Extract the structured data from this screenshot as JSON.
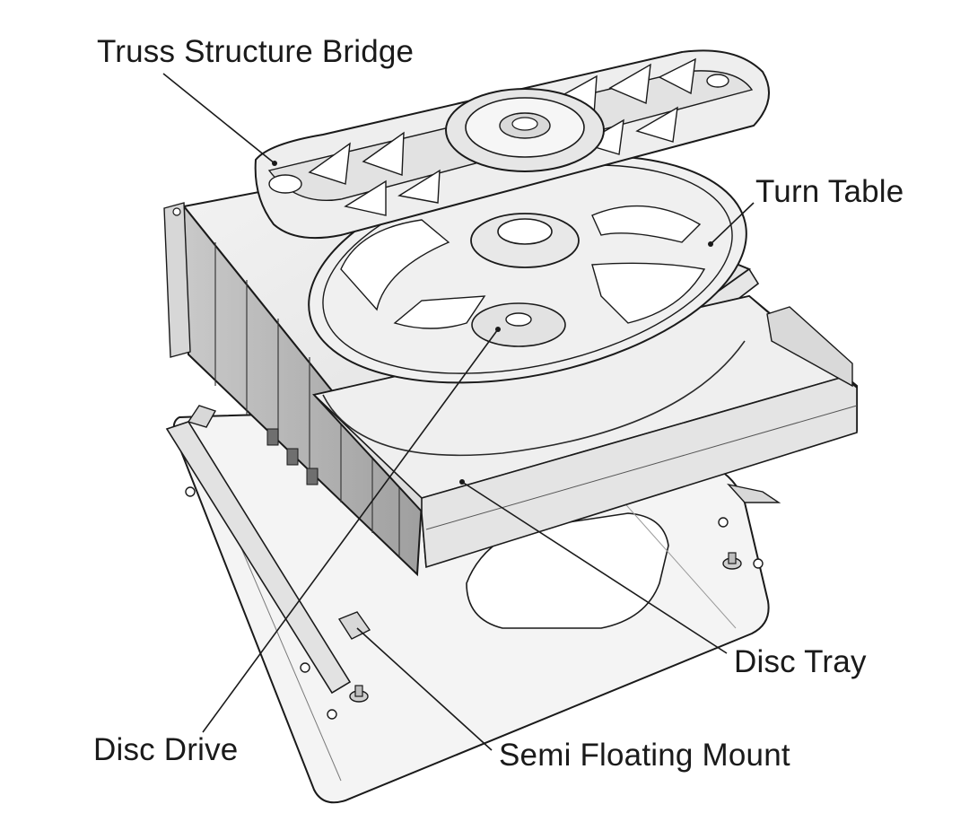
{
  "diagram": {
    "labels": {
      "truss_bridge": "Truss Structure Bridge",
      "turn_table": "Turn Table",
      "disc_tray": "Disc Tray",
      "disc_drive": "Disc Drive",
      "semi_floating_mount": "Semi Floating Mount"
    },
    "colors": {
      "line": "#1a1a1a",
      "part_fill": "#ececec",
      "part_fill_light": "#f6f6f6",
      "part_fill_dark": "#b8b8b8",
      "background": "#ffffff"
    }
  }
}
